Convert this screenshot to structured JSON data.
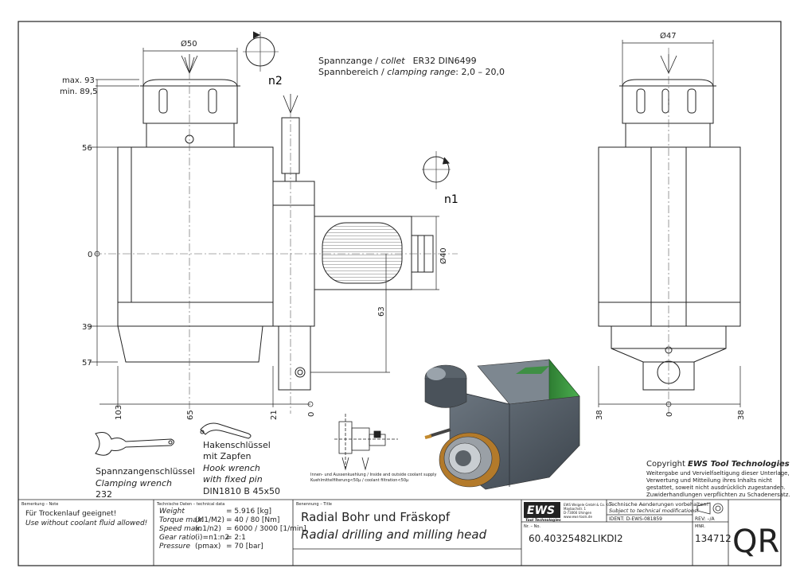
{
  "dimensions": {
    "dia_50": "Ø50",
    "dia_47": "Ø47",
    "dia_40": "Ø40",
    "max_93": "max. 93",
    "min_89": "min. 89,5",
    "v56": "56",
    "v0": "0",
    "v39": "39",
    "v57": "57",
    "h63": "63",
    "b103": "103",
    "b65": "65",
    "b21": "21",
    "b0": "0",
    "r38a": "38",
    "r0": "0",
    "r38b": "38"
  },
  "rotation_labels": {
    "n2": "n2",
    "n1": "n1"
  },
  "collet_info": {
    "line1_de": "Spannzange / ",
    "line1_en": "collet",
    "line1_val": "ER32   DIN6499",
    "line2_de": "Spannbereich / ",
    "line2_en": "clamping range",
    "line2_val": ": 2,0 – 20,0"
  },
  "clamping_wrench": {
    "de": "Spannzangenschlüssel",
    "en": "Clamping wrench",
    "num": "232"
  },
  "hook_wrench": {
    "de1": "Hakenschlüssel",
    "de2": "mit Zapfen",
    "en1": "Hook wrench",
    "en2": "with fixed pin",
    "din": "DIN1810  B  45x50"
  },
  "coolant_note": {
    "line1": "Innen- und Aussenkuehlung / Inside and outside coolant supply",
    "line2": "Kuehlmittelfilterung<50µ / coolant filtration<50µ"
  },
  "copyright": {
    "title_prefix": "Copyright ",
    "title_brand": "EWS Tool Technologies",
    "l1": "Weitergabe und Vervielfaeltigung dieser Unterlage,",
    "l2": "Verwertung und Mitteilung ihres Inhalts nicht",
    "l3": "gestattet, soweit nicht ausdrücklich zugestanden.",
    "l4": "Zuwiderhandlungen verpflichten zu Schadenersatz."
  },
  "title_block": {
    "note_header": "Bemerkung – Note",
    "note_de": "Für Trockenlauf geeignet!",
    "note_en": "Use without coolant fluid allowed!",
    "tech_header": "Technische Daten – technical data",
    "tech_rows": [
      {
        "label": "Weight",
        "param": "",
        "value": "=  5.916 [kg]"
      },
      {
        "label": "Torque max.",
        "param": "(M1/M2)",
        "value": "=  40 / 80 [Nm]"
      },
      {
        "label": "Speed max.",
        "param": "(n1/n2)",
        "value": "=  6000 / 3000 [1/min]"
      },
      {
        "label": "Gear ratio",
        "param": "(i)=n1:n2",
        "value": "=  2:1"
      },
      {
        "label": "Pressure",
        "param": "(pmax)",
        "value": "=  70 [bar]"
      }
    ],
    "title_header": "Benennung – Title",
    "title_de": "Radial Bohr und Fräskopf",
    "title_en": "Radial drilling and milling head",
    "logo": "EWS",
    "logo_sub": "Tool Technologies",
    "company_l1": "EWS Weigele GmbH & Co. KG",
    "company_l2": "Maybachstr. 1",
    "company_l3": "D-73066 Uhingen",
    "company_l4": "www.ews-tools.de",
    "changes_de": "Technische Aenderungen vorbehalten!",
    "changes_en": "Subject to technical modifications!",
    "ident": "IDENT:  D-EWS-081859",
    "rev": "REV:  –/A",
    "nr_header": "Nr. – No.",
    "part_number": "60.40325482LIKDI2",
    "mnr_header": "MNR.",
    "mnr": "134712",
    "qr_code": "QR"
  }
}
